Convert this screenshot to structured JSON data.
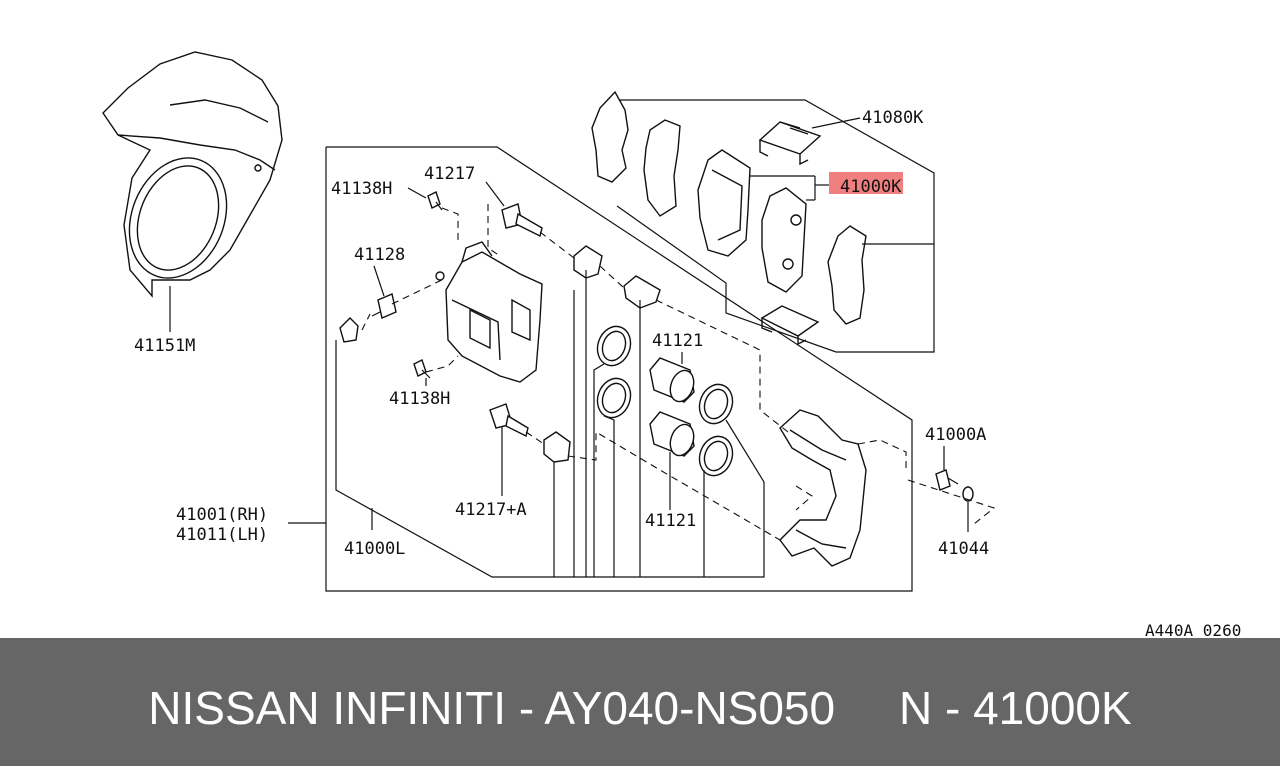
{
  "diagram": {
    "callouts": {
      "p41080K": "41080K",
      "p41000K": "41000K",
      "p41217": "41217",
      "p41138H_top": "41138H",
      "p41128": "41128",
      "p41151M": "41151M",
      "p41121_top": "41121",
      "p41138H_bottom": "41138H",
      "p41000A": "41000A",
      "p41001RH": "41001(RH)",
      "p41011LH": "41011(LH)",
      "p41217A": "41217+A",
      "p41121_bottom": "41121",
      "p41044": "41044",
      "p41000L": "41000L"
    },
    "image_code": "A440A 0260",
    "highlight_color": "#f08080"
  },
  "footer": {
    "text": "NISSAN INFINITI - AY040-NS050     N - 41000K",
    "background": "#666666",
    "color": "#ffffff"
  }
}
